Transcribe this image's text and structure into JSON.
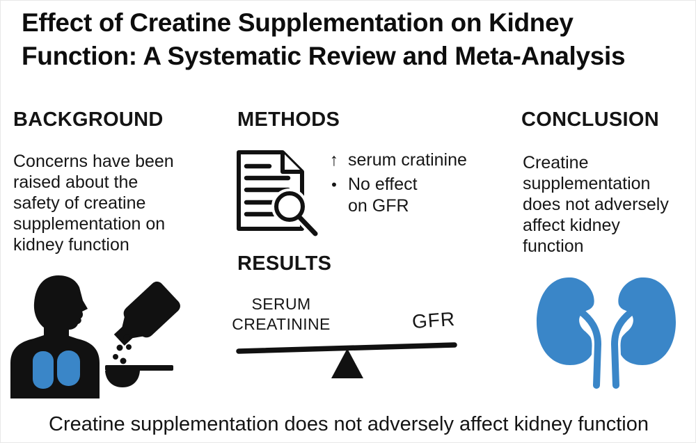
{
  "title": {
    "line1": "Effect of Creatine Supplementation on Kidney",
    "line2": "Function: A Systematic Review and Meta-Analysis"
  },
  "sections": {
    "background": {
      "heading": "BACKGROUND",
      "lines": [
        "Concerns have been",
        "raised about the",
        "safety of creatine",
        "supplementation on",
        "kidney function"
      ],
      "icon": "person-taking-creatine-icon"
    },
    "methods": {
      "heading": "METHODS",
      "icon": "document-magnifier-icon",
      "findings": [
        {
          "marker": "↑",
          "lines": [
            "serum cratinine"
          ]
        },
        {
          "marker": "•",
          "lines": [
            "No effect",
            "on GFR"
          ]
        }
      ]
    },
    "results": {
      "heading": "RESULTS",
      "balance": {
        "icon": "seesaw-balance-icon",
        "left_label_line1": "SERUM",
        "left_label_line2": "CREATININE",
        "right_label": "GFR"
      }
    },
    "conclusion": {
      "heading": "CONCLUSION",
      "lines": [
        "Creatine",
        "supplementation",
        "does not adversely",
        "affect kidney",
        "function"
      ],
      "icon": "kidneys-icon"
    }
  },
  "footer": {
    "text": "Creatine supplementation does not adversely affect kidney function"
  },
  "colors": {
    "ink": "#111111",
    "accent_blue": "#3a86c8",
    "background": "#ffffff"
  }
}
